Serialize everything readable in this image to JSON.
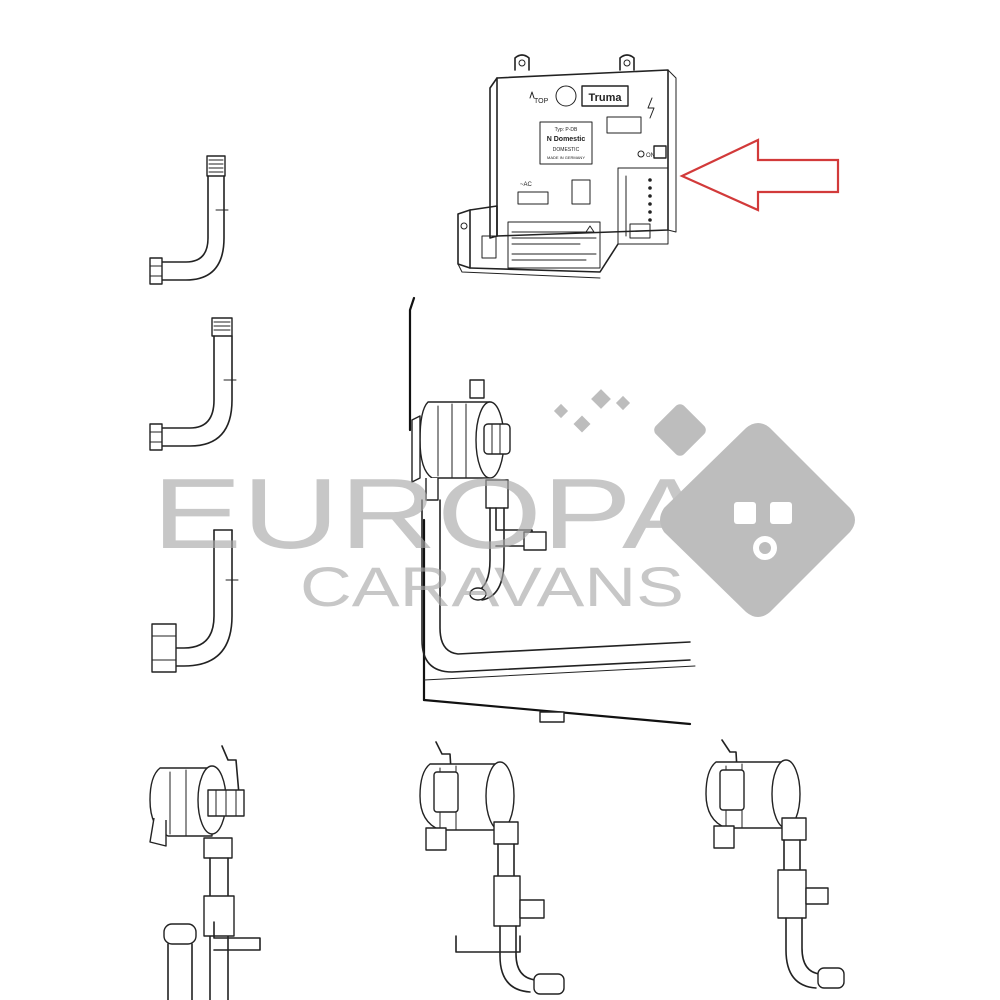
{
  "watermark": {
    "line1": "EUROPA",
    "line2": "CARAVANS",
    "color": "#a8a8a8"
  },
  "control_unit": {
    "brand": "Truma",
    "label_lines": [
      "Typ: P-DB",
      "N Domestic",
      "DOMESTIC",
      "MADE IN GERMANY"
    ],
    "side_marks": [
      "TOP",
      "ON"
    ]
  },
  "arrow_color": "#d23a3a",
  "line_color": "#222222"
}
